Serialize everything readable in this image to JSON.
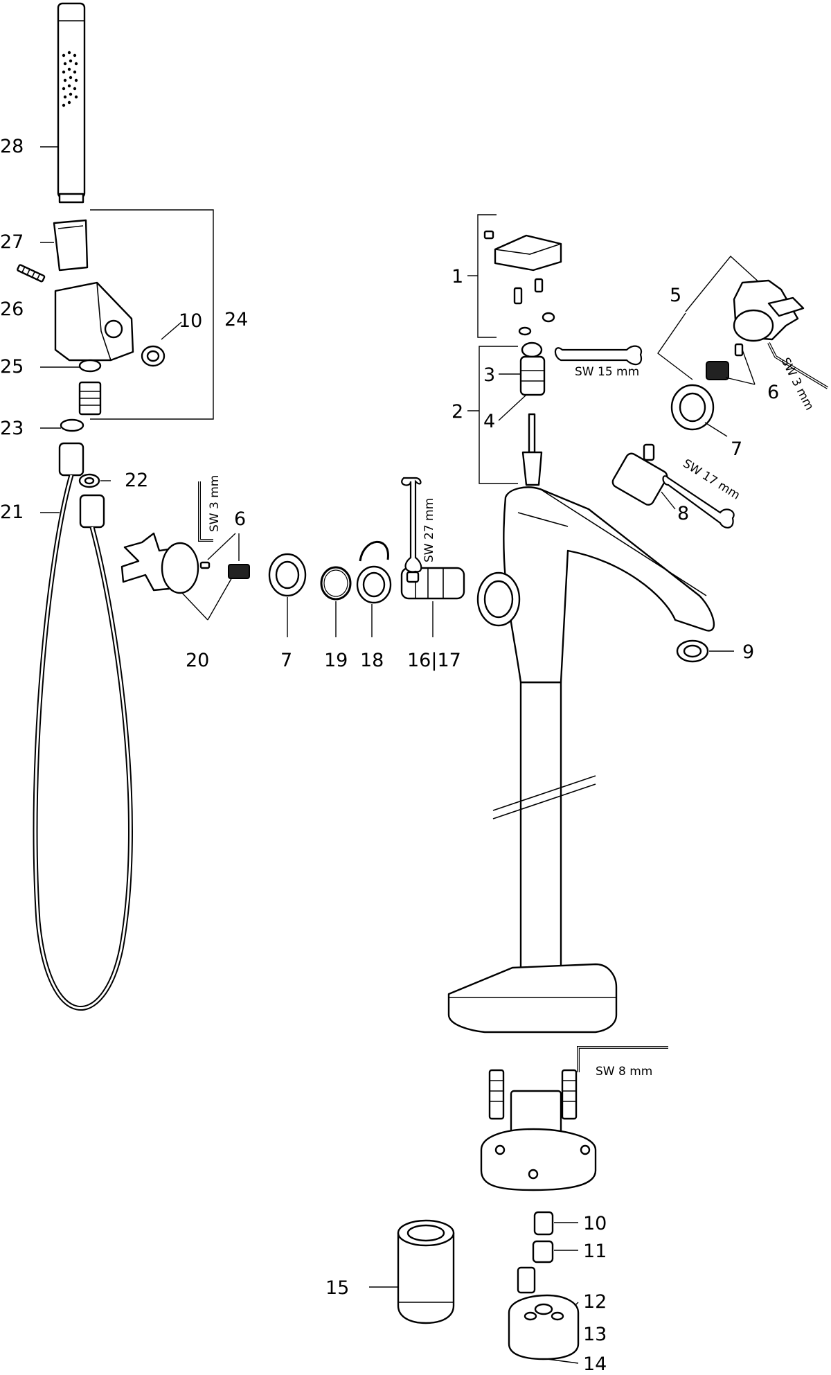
{
  "part_numbers": {
    "p1": "1",
    "p2": "2",
    "p3": "3",
    "p4": "4",
    "p5": "5",
    "p6a": "6",
    "p6b": "6",
    "p7a": "7",
    "p7b": "7",
    "p8": "8",
    "p9": "9",
    "p10a": "10",
    "p10b": "10",
    "p11": "11",
    "p12": "12",
    "p13": "13",
    "p14": "14",
    "p15": "15",
    "p16_17": "16|17",
    "p18": "18",
    "p19": "19",
    "p20": "20",
    "p21": "21",
    "p22": "22",
    "p23": "23",
    "p24": "24",
    "p25": "25",
    "p26": "26",
    "p27": "27",
    "p28": "28"
  },
  "tool_labels": {
    "sw15": "SW 15 mm",
    "sw3_right": "SW 3 mm",
    "sw17": "SW 17 mm",
    "sw3_left": "SW 3 mm",
    "sw27": "SW 27 mm",
    "sw8": "SW 8 mm"
  },
  "colors": {
    "line": "#000000",
    "background": "#ffffff"
  }
}
